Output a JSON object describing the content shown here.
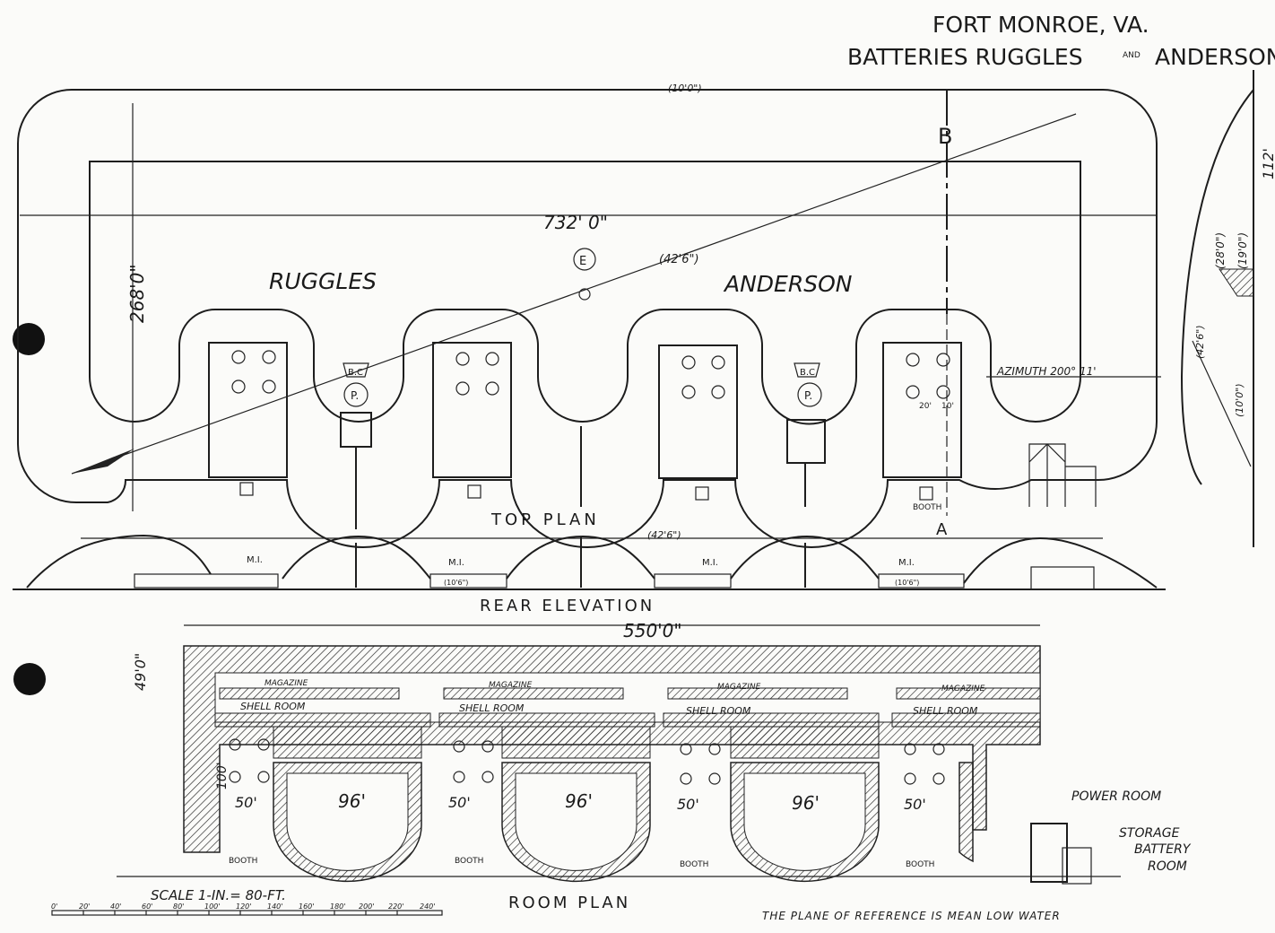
{
  "title": {
    "line1": "FORT MONROE, VA.",
    "line2a": "BATTERIES RUGGLES",
    "and": "AND",
    "line2b": "ANDERSON"
  },
  "top_plan": {
    "label": "TOP PLAN",
    "dim_top": "(10'0\")",
    "length": "732' 0\"",
    "width": "268'0\"",
    "section_b": "B",
    "section_a": "A",
    "elev_point": "E",
    "elev": "(42'6\")",
    "battery_left": "RUGGLES",
    "battery_right": "ANDERSON",
    "bc": "B.C",
    "p": "P.",
    "azimuth": "AZIMUTH 200° 11'",
    "spacing_20": "20'",
    "spacing_10": "10'",
    "booth": "BOOTH"
  },
  "rear_elevation": {
    "label": "REAR ELEVATION",
    "elev": "(42'6\")",
    "mi": "M.I.",
    "dim": "(10'6\")"
  },
  "side_section": {
    "height": "112'",
    "d1": "(28'0\")",
    "d2": "(19'0\")",
    "d3": "(42'6\")",
    "d4": "(10'0\")"
  },
  "room_plan": {
    "label": "ROOM PLAN",
    "length": "550'0\"",
    "depth": "49'0\"",
    "depth2": "100'",
    "magazine": "MAGAZINE",
    "shell_room": "SHELL ROOM",
    "gap": "50'",
    "pit": "96'",
    "booth": "BOOTH",
    "power_room": "POWER ROOM",
    "storage": "STORAGE",
    "battery": "BATTERY",
    "room": "ROOM"
  },
  "scale": {
    "label": "SCALE 1-IN.= 80-FT.",
    "ticks": [
      "0'",
      "20'",
      "40'",
      "60'",
      "80'",
      "100'",
      "120'",
      "140'",
      "160'",
      "180'",
      "200'",
      "220'",
      "240'"
    ]
  },
  "note": "THE PLANE OF REFERENCE IS MEAN LOW WATER"
}
